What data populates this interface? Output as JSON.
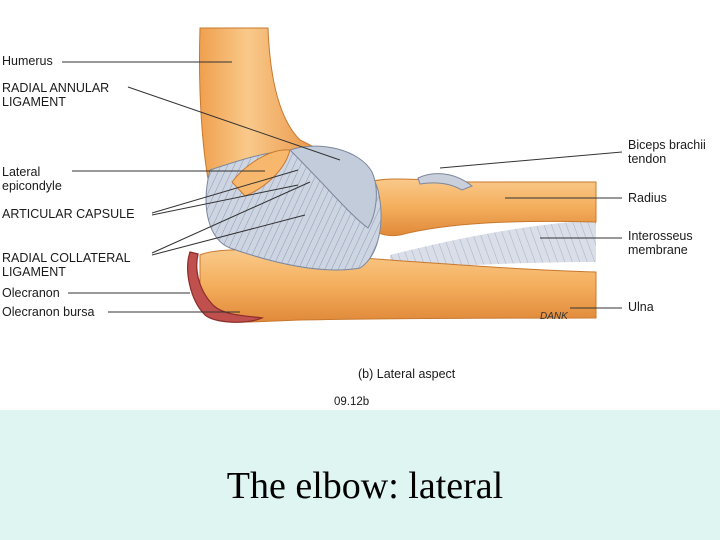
{
  "labels": {
    "humerus": "Humerus",
    "radial_annular_ligament": "RADIAL ANNULAR\nLIGAMENT",
    "lateral_epicondyle": "Lateral\nepicondyle",
    "articular_capsule": "ARTICULAR CAPSULE",
    "radial_collateral_ligament": "RADIAL COLLATERAL\nLIGAMENT",
    "olecranon": "Olecranon",
    "olecranon_bursa": "Olecranon bursa",
    "biceps_brachii_tendon": "Biceps brachii\ntendon",
    "radius": "Radius",
    "interosseus_membrane": "Interosseus\nmembrane",
    "ulna": "Ulna"
  },
  "figure": {
    "aspect": "(b) Lateral aspect",
    "code": "09.12b",
    "signature": "DANK"
  },
  "title": "The elbow: lateral",
  "colors": {
    "bone": "#f4ae5c",
    "bone_dark": "#e0893a",
    "ligament": "#cbd3e0",
    "ligament_line": "#8e9ab0",
    "bursa": "#c0504d",
    "caption_band": "#dff5f2"
  }
}
